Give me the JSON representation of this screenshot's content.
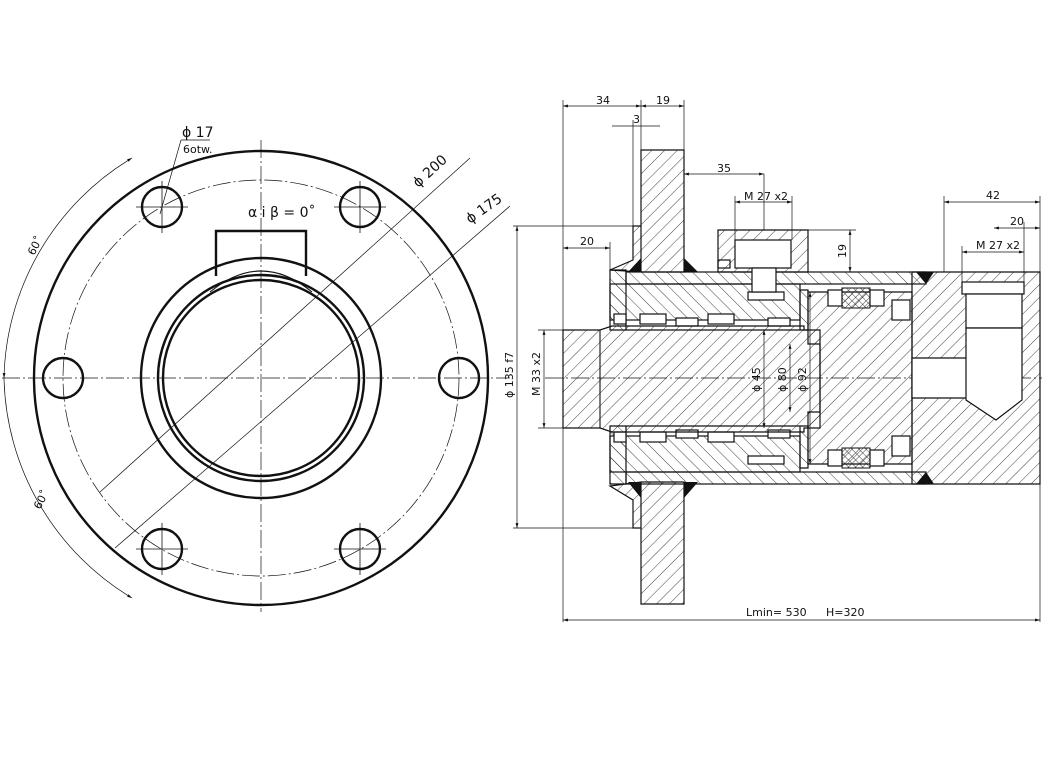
{
  "front_view": {
    "hole_dia": "ϕ 17",
    "hole_count": "6otw.",
    "angle_note": "α i β = 0˚",
    "bolt_circle": "ϕ 200",
    "pitch_circle": "ϕ 175",
    "angle_top": "60˚",
    "angle_bottom": "60˚"
  },
  "section_view": {
    "dim_34": "34",
    "dim_19_top": "19",
    "dim_3": "3",
    "dim_35": "35",
    "thread_port1": "M 27 x2",
    "dim_19_side": "19",
    "dim_42": "42",
    "dim_20_right": "20",
    "thread_port2": "M 27 x2",
    "dim_20_left": "20",
    "flange_dia": "ϕ 135 f7",
    "rod_thread": "M 33 x2",
    "rod_dia": "ϕ 45",
    "piston_dia": "ϕ 80",
    "bore_dia": "ϕ 92",
    "lmin": "Lmin= 530",
    "stroke": "H=320"
  }
}
